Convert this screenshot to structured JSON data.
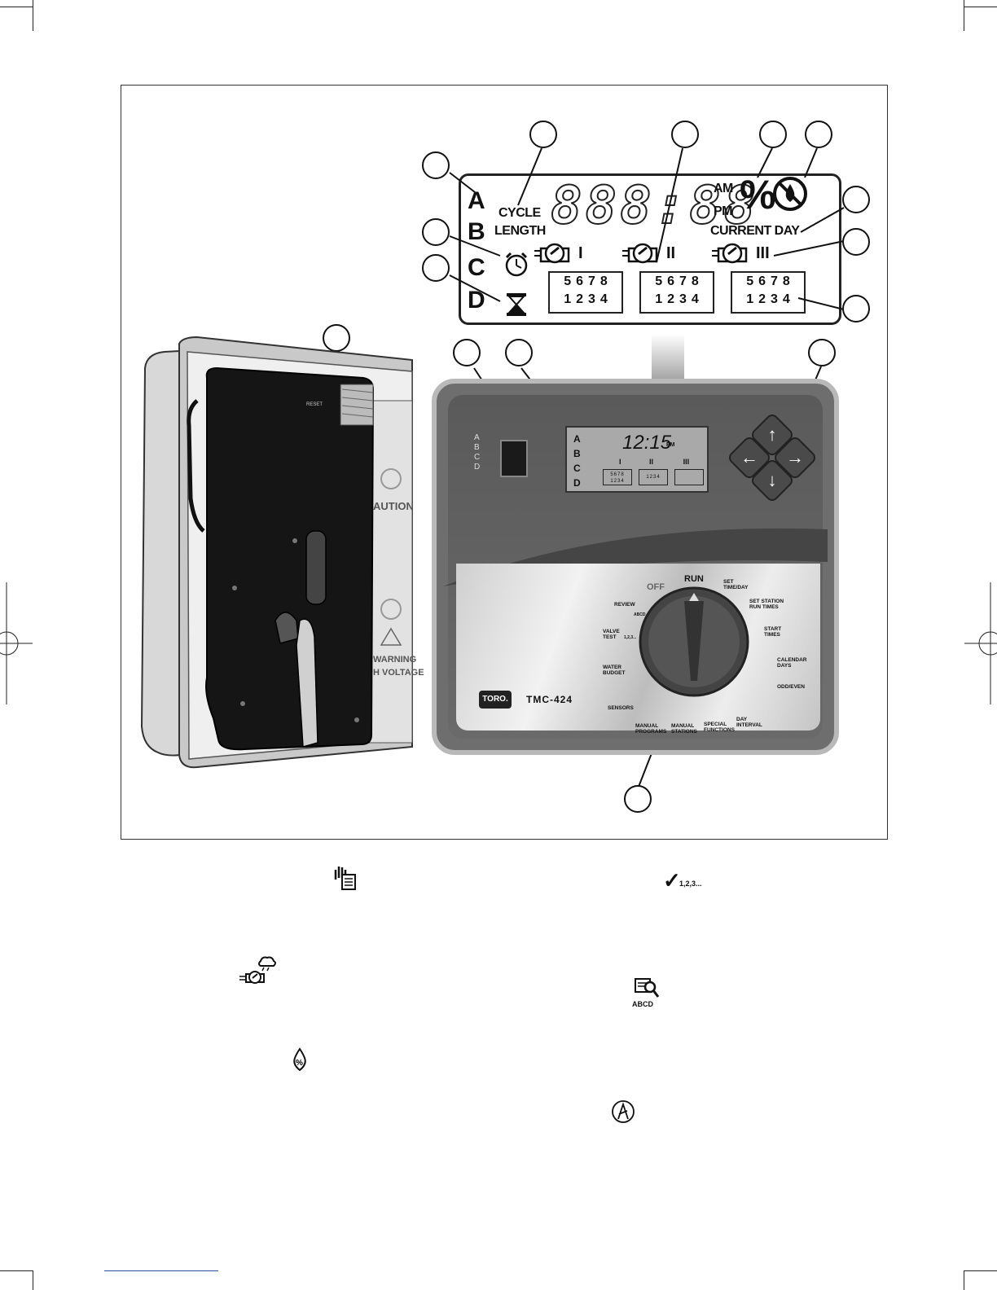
{
  "lcd": {
    "program_letters": [
      "A",
      "B",
      "C",
      "D"
    ],
    "cycle_label": "CYCLE",
    "length_label": "LENGTH",
    "digits": "888:88",
    "am_label": "AM",
    "pm_label": "PM",
    "percent_symbol": "%",
    "current_day_label": "CURRENT DAY",
    "start_roman": [
      "I",
      "II",
      "III"
    ],
    "station_top": "5678",
    "station_bottom": "1234"
  },
  "controller": {
    "mini_letters": [
      "A",
      "B",
      "C",
      "D"
    ],
    "mini_time": "12:15",
    "mini_pm": "PM",
    "mini_top": "5678",
    "mini_bottom": "1234",
    "mini_bottom2": "1234",
    "brand": "TORO.",
    "model": "TMC-424",
    "dial_off": "OFF",
    "dial_run": "RUN",
    "dial_labels": {
      "set_time_day": "SET\nTIME/DAY",
      "set_station_run_times": "SET STATION\nRUN TIMES",
      "start_times": "START\nTIMES",
      "calendar_days": "CALENDAR\nDAYS",
      "odd_even": "ODD/EVEN",
      "day_interval": "DAY\nINTERVAL",
      "special_functions": "SPECIAL\nFUNCTIONS",
      "manual_stations": "MANUAL\nSTATIONS",
      "manual_programs": "MANUAL\nPROGRAMS",
      "sensors": "SENSORS",
      "water_budget": "WATER\nBUDGET",
      "valve_test": "VALVE\nTEST",
      "valve_test_seq": "1,2,3...",
      "review": "REVIEW",
      "review_abcd": "ABCD"
    }
  },
  "cabinet": {
    "reset_label": "RESET",
    "caution_text": "AUTION",
    "warning_text": "WARNING",
    "voltage_text": "H VOLTAGE"
  },
  "legend_icons": {
    "valve_test_seq": "1,2,3...",
    "review_abcd": "ABCD"
  }
}
